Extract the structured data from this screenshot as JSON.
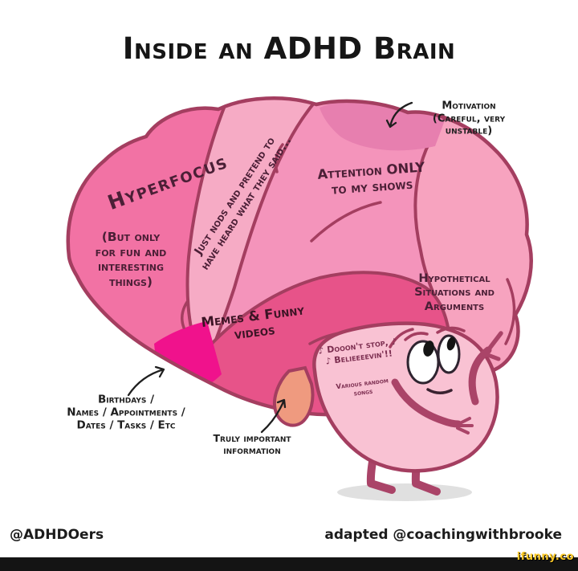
{
  "title": "Inside an ADHD Brain",
  "brain": {
    "hyperfocus": {
      "label": "Hyperfocus",
      "note": "(But only\nfor fun and\ninteresting\nthings)"
    },
    "nods": {
      "label": "Just nods and pretend to\nhave heard what they said..."
    },
    "attention": {
      "label": "Attention ONLY\nto my shows"
    },
    "motivation": {
      "label": "Motivation\n(Careful, very\nunstable)"
    },
    "hypothetical": {
      "label": "Hypothetical\nSituations and\nArguments"
    },
    "memes": {
      "label": "Memes & Funny\nvideos"
    },
    "songs": {
      "main": "♪ Dooon't stop, ♪\n♪ Belieeeevin'!!",
      "sub": "Various random\nsongs"
    },
    "birthdays": {
      "label": "Birthdays /\nNames / Appointments /\nDates / Tasks / Etc"
    },
    "truly": {
      "label": "Truly important\ninformation"
    }
  },
  "footer": {
    "left_credit": "@ADHDOers",
    "right_credit": "adapted @coachingwithbrooke",
    "watermark": "ifunny.co"
  },
  "colors": {
    "outline": "#A43E60",
    "right_lobe": "#F7A3BF",
    "hyperfocus": "#F272A4",
    "strip": "#F6ABC5",
    "attention": "#F494BB",
    "motivation_patch": "#E77FAF",
    "memes": "#E75389",
    "magenta_patch": "#F0128C",
    "stem": "#EF9A7F",
    "face": "#F9C2D3",
    "limb": "#AA4468",
    "eye_stroke": "#2F2430",
    "pupil": "#141414",
    "shadow": "#DBDBDB",
    "arrow": "#1f1f1f",
    "watermark_yellow": "#FBC926",
    "bar_black": "#141414"
  }
}
